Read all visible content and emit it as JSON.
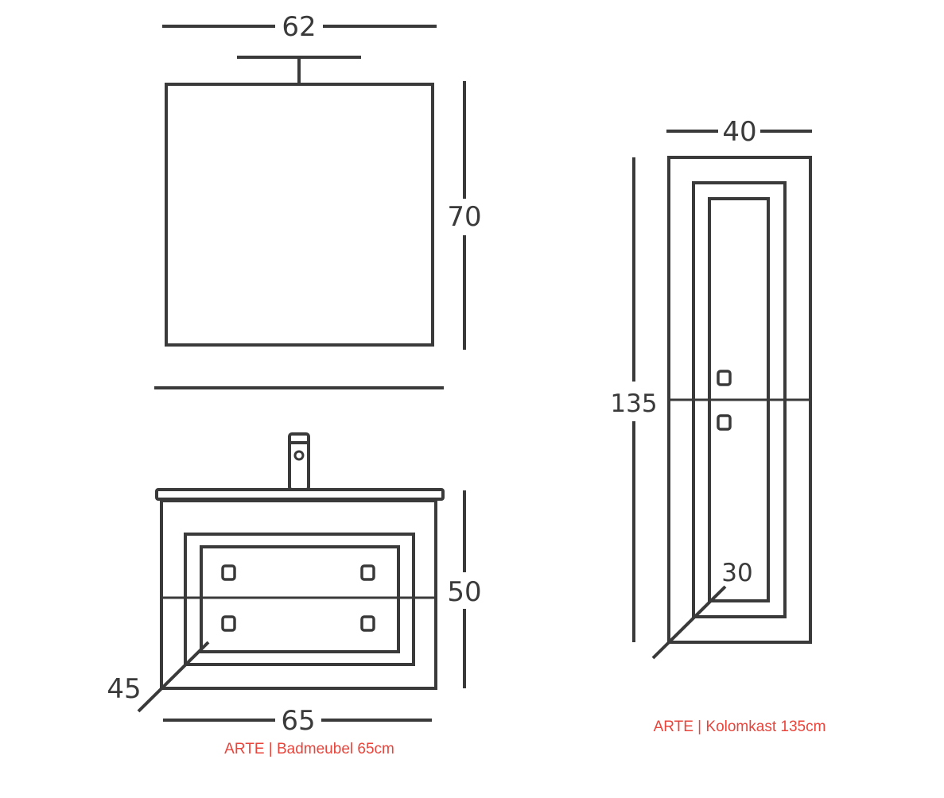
{
  "mirror": {
    "width_label": "62",
    "height_label": "70"
  },
  "vanity": {
    "width_label": "65",
    "height_label": "50",
    "depth_label": "45",
    "caption": "ARTE | Badmeubel 65cm"
  },
  "column": {
    "width_label": "40",
    "height_label": "135",
    "depth_label": "30",
    "caption": "ARTE | Kolomkast 135cm"
  },
  "colors": {
    "line": "#3a3a3a",
    "caption": "#e8453c",
    "background": "#ffffff"
  }
}
